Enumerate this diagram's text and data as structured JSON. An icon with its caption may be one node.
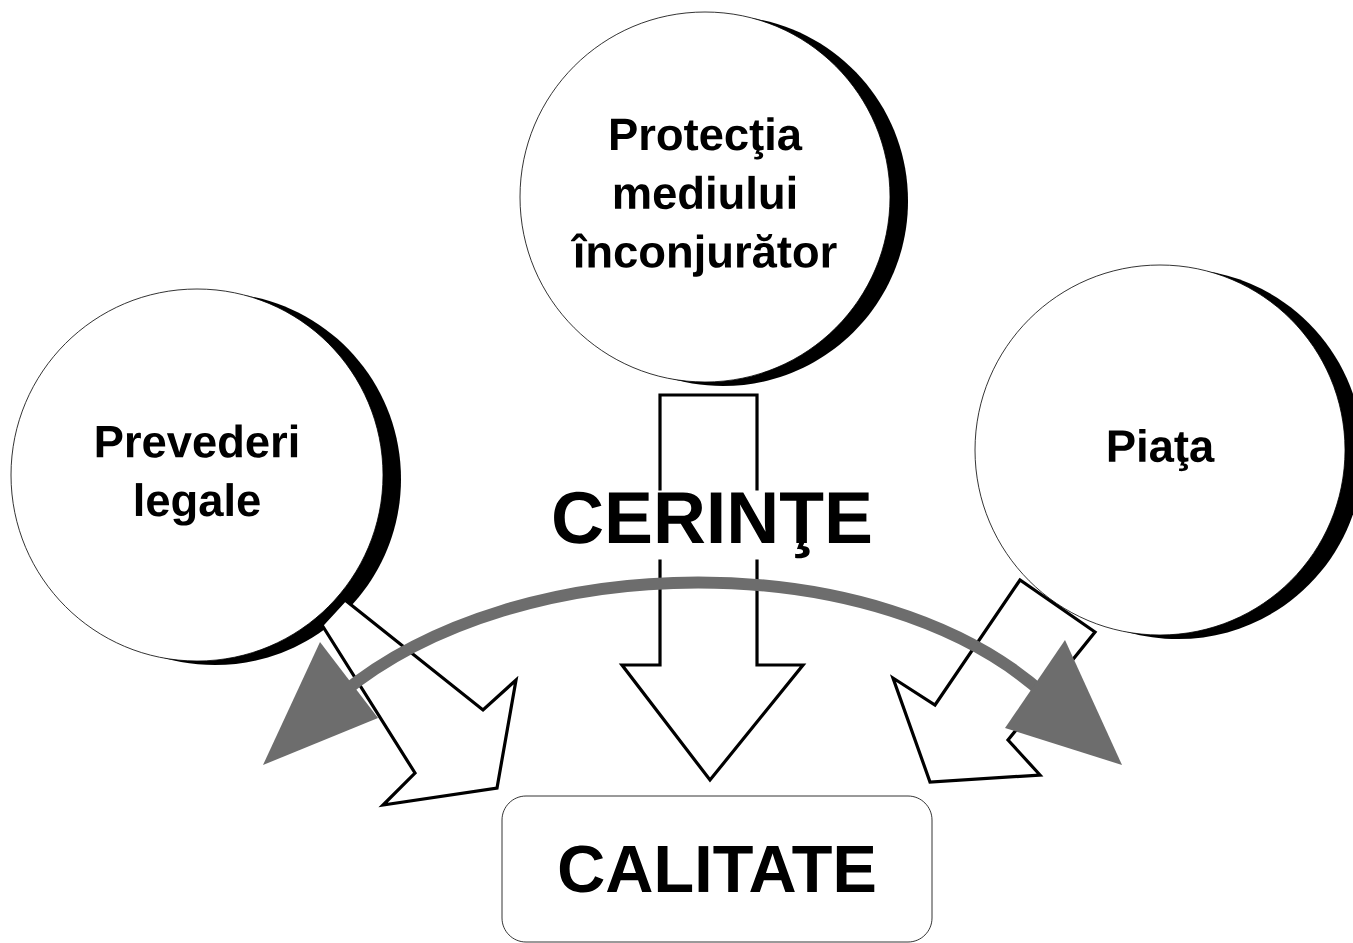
{
  "diagram": {
    "nodes": [
      {
        "text": [
          "Protecţia mediului înconjurător"
        ]
      },
      {
        "text": [
          "Prevederi legale"
        ]
      },
      {
        "text": [
          "Piaţa"
        ]
      },
      {
        "text": [
          "CALITATE"
        ]
      }
    ],
    "edges": [
      {
        "from": 1,
        "to": 3,
        "arrow": "to"
      },
      {
        "from": 0,
        "to": 3,
        "arrow": "to"
      },
      {
        "from": 2,
        "to": 3,
        "arrow": "to"
      }
    ],
    "labels": [
      "CERINŢE"
    ]
  }
}
